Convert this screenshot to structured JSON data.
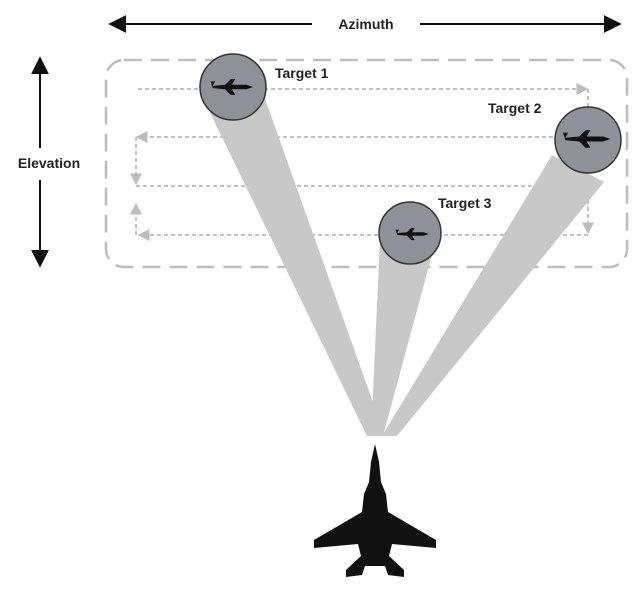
{
  "labels": {
    "azimuth": "Azimuth",
    "elevation": "Elevation"
  },
  "targets": [
    {
      "label": "Target 1",
      "icon": "aircraft-silhouette-icon"
    },
    {
      "label": "Target 2",
      "icon": "aircraft-silhouette-icon"
    },
    {
      "label": "Target 3",
      "icon": "aircraft-silhouette-icon"
    }
  ],
  "icons": {
    "own_aircraft": "fighter-jet-icon"
  },
  "colors": {
    "beam": "#c8c8c8",
    "target_circle": "#8e9298",
    "scan_box": "#bdbdbd",
    "scan_path": "#c2c2c2",
    "ink": "#111111"
  }
}
